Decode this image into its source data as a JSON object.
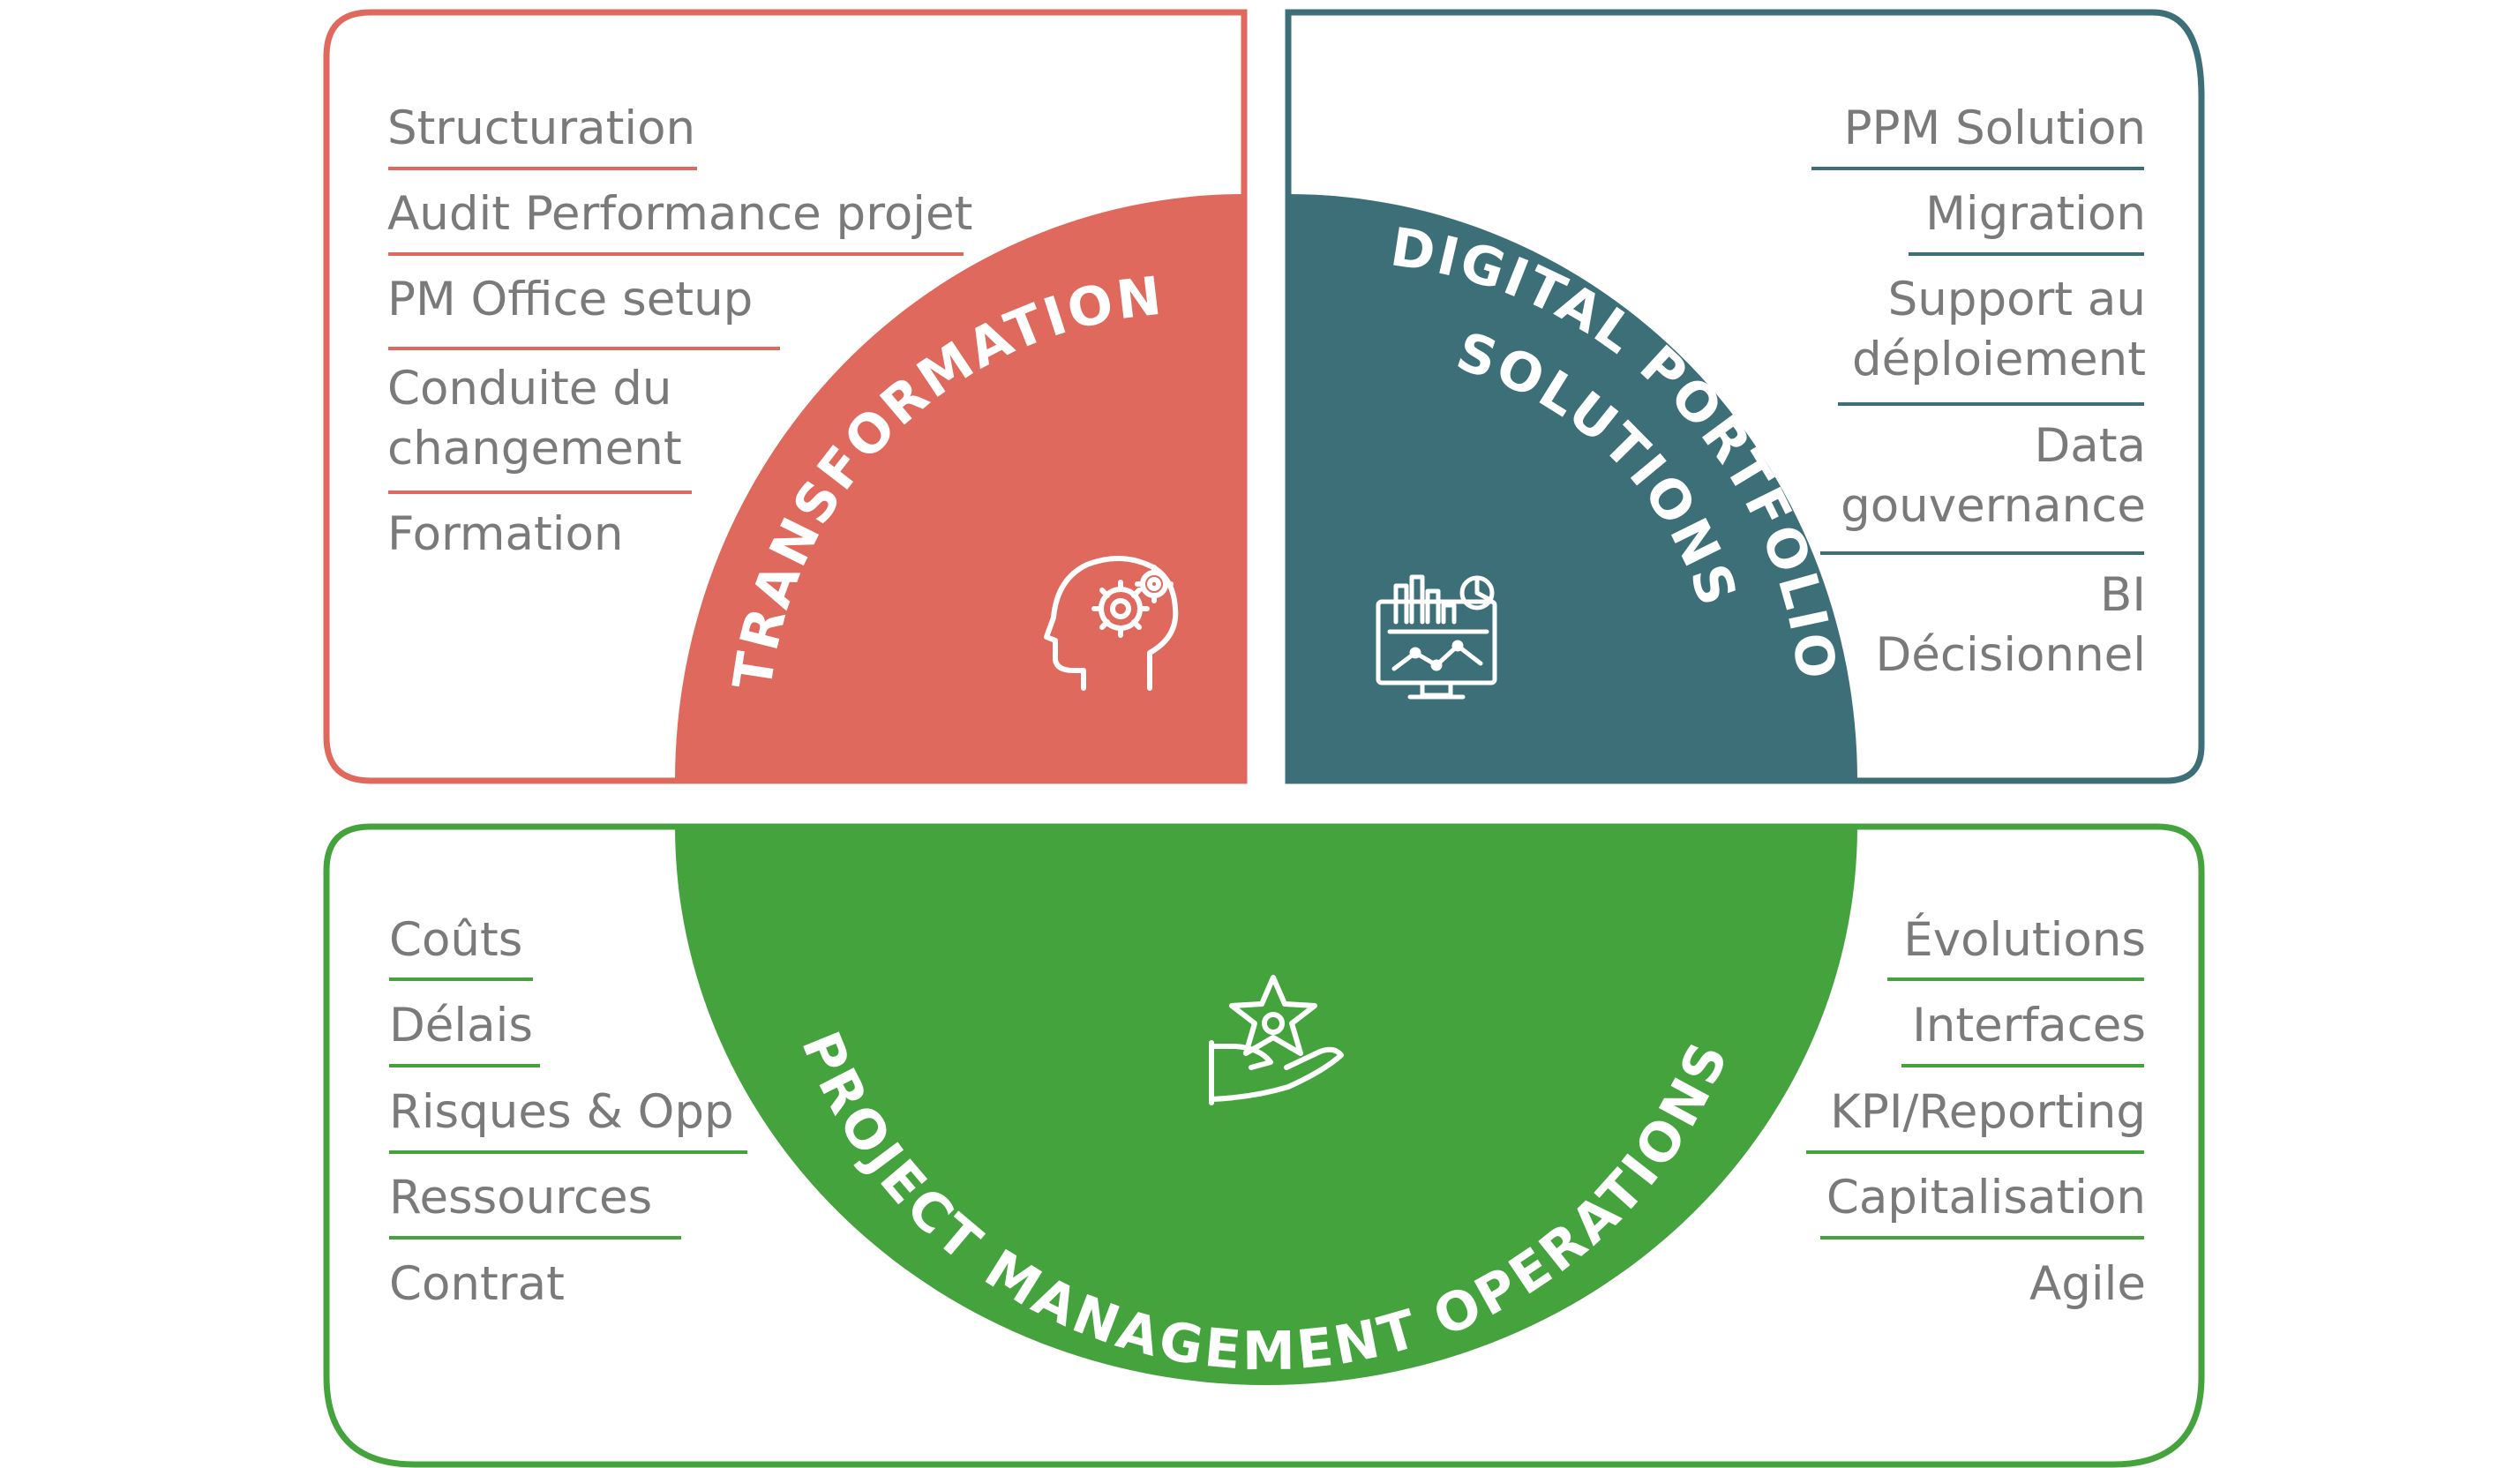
{
  "colors": {
    "transformation": "#df695c",
    "digital": "#3c6f77",
    "operations": "#44a33c",
    "item_text": "#7a7a7a",
    "white": "#ffffff"
  },
  "transformation": {
    "title": "TRANSFORMATION",
    "icon": "head-gears-icon",
    "items": [
      "Structuration",
      "Audit Performance projet",
      "PM Office setup",
      "Conduite du\nchangement",
      "Formation"
    ]
  },
  "digital": {
    "title_line1": "DIGITAL PORTFOLIO",
    "title_line2": "SOLUTIONS",
    "icon": "dashboard-monitor-icon",
    "items": [
      "PPM Solution",
      "Migration",
      "Support au\ndéploiement",
      "Data\ngouvernance",
      "BI\nDécisionnel"
    ]
  },
  "operations": {
    "title": "PROJECT MANAGEMENT OPERATIONS",
    "icon": "hand-star-person-icon",
    "items_left": [
      "Coûts",
      "Délais",
      "Risques & Opp",
      "Ressources",
      "Contrat"
    ],
    "items_right": [
      "Évolutions",
      "Interfaces",
      "KPI/Reporting",
      "Capitalisation",
      "Agile"
    ]
  }
}
